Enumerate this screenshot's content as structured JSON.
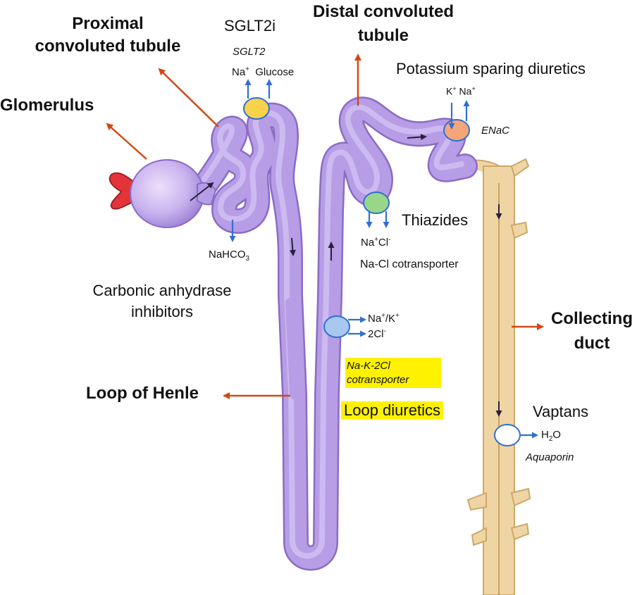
{
  "labels": {
    "proximal_title_l1": "Proximal",
    "proximal_title_l2": "convoluted tubule",
    "glomerulus_title": "Glomerulus",
    "distal_title_l1": "Distal convoluted",
    "distal_title_l2": "tubule",
    "collecting_title_l1": "Collecting",
    "collecting_title_l2": "duct",
    "loop_title": "Loop of Henle"
  },
  "drugs": {
    "sglt2i": "SGLT2i",
    "potassium_sparing": "Potassium sparing diuretics",
    "thiazides": "Thiazides",
    "carbonic_l1": "Carbonic anhydrase",
    "carbonic_l2": "inhibitors",
    "loop_diuretics": "Loop diuretics",
    "vaptans": "Vaptans"
  },
  "proteins": {
    "sglt2": "SGLT2",
    "enac": "ENaC",
    "nacl_cotransporter": "Na-Cl cotransporter",
    "nkcc_l1": "Na-K-2Cl",
    "nkcc_l2": "cotransporter",
    "aquaporin": "Aquaporin"
  },
  "ions": {
    "na": "Na",
    "plus": "+",
    "minus": "-",
    "glucose": "Glucose",
    "k": "K",
    "nahco_base": "NaHCO",
    "nahco_sub": "3",
    "nacl_na": "Na",
    "nacl_cl": "Cl",
    "nak_a": "Na",
    "nak_b": "/K",
    "cl2": "2Cl",
    "h2o_h": "H",
    "h2o_sub": "2",
    "h2o_o": "O"
  },
  "colors": {
    "tubule": "#b79de6",
    "tubule_dark": "#8a6cc4",
    "duct": "#efd5a3",
    "duct_dark": "#cda86a",
    "pointer": "#d04a14",
    "ion_arrow": "#2f6fd6",
    "sglt2_channel": "#f7d24a",
    "enac_channel": "#f4a57a",
    "ncc_channel": "#98d68a",
    "nkcc_channel": "#a9c8ef",
    "aquaporin_channel": "#ffffff",
    "highlight": "#fff200"
  }
}
